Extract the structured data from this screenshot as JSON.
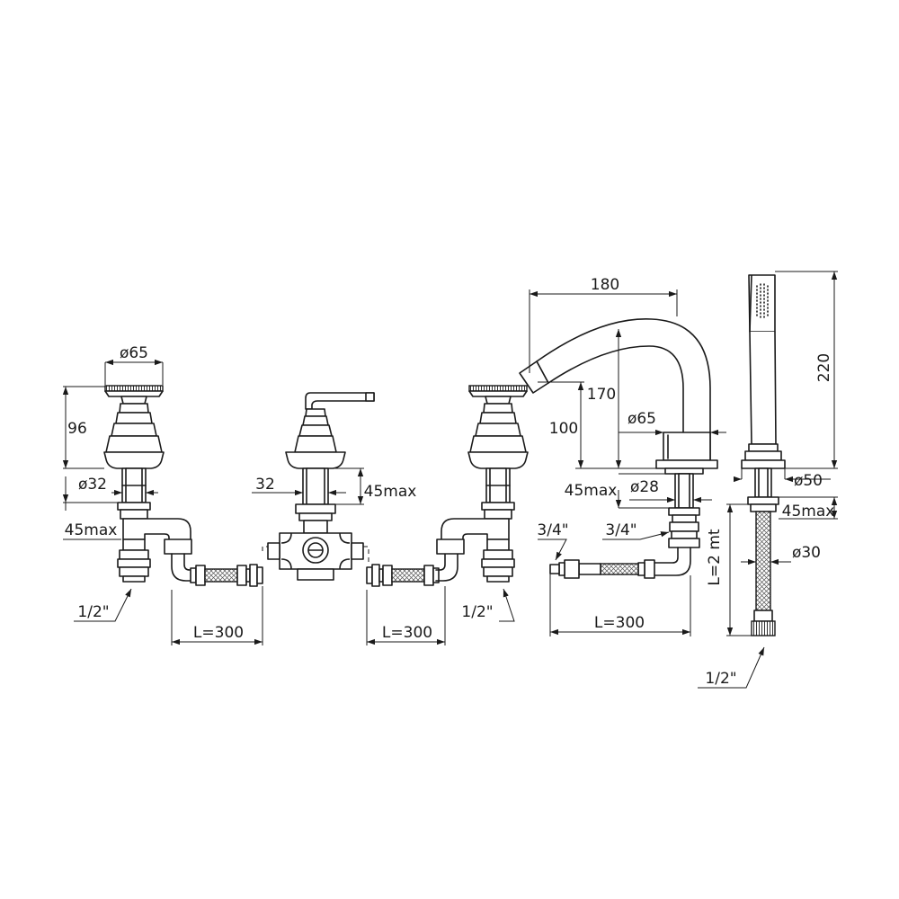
{
  "dimensions": {
    "d65_handle": "ø65",
    "h96": "96",
    "d32_left": "ø32",
    "max45_left": "45max",
    "thread_left": "1/2\"",
    "L300_left": "L=300",
    "w32_mixer": "32",
    "max45_mixer": "45max",
    "L300_middle": "L=300",
    "thread_right_valve": "1/2\"",
    "w180": "180",
    "h170": "170",
    "h100": "100",
    "d65_spout": "ø65",
    "max45_spout": "45max",
    "d28": "ø28",
    "thread_34_a": "3/4\"",
    "thread_34_b": "3/4\"",
    "L300_spout": "L=300",
    "hose_length": "L=2 mt",
    "h220": "220",
    "d50": "ø50",
    "max45_shower": "45max",
    "d30": "ø30",
    "thread_shower": "1/2\""
  }
}
